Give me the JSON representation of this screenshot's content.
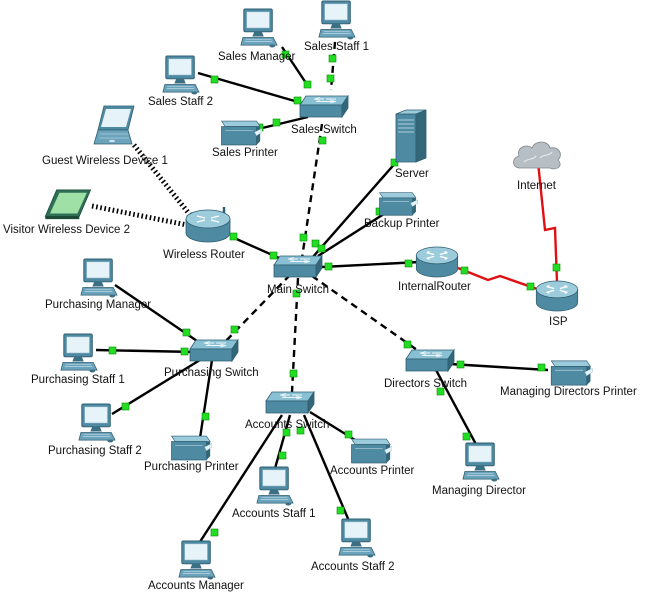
{
  "diagram": {
    "nodes": {
      "sales_manager": {
        "label": "Sales Manager",
        "type": "pc"
      },
      "sales_staff_1": {
        "label": "Sales Staff 1",
        "type": "pc"
      },
      "sales_staff_2": {
        "label": "Sales Staff 2",
        "type": "pc"
      },
      "sales_switch": {
        "label": "Sales Switch",
        "type": "switch"
      },
      "sales_printer": {
        "label": "Sales Printer",
        "type": "printer"
      },
      "guest_wireless": {
        "label": "Guest Wireless Device 1",
        "type": "laptop"
      },
      "visitor_wireless": {
        "label": "Visitor Wireless Device 2",
        "type": "tablet"
      },
      "wireless_router": {
        "label": "Wireless Router",
        "type": "wireless-router"
      },
      "server": {
        "label": "Server",
        "type": "server"
      },
      "backup_printer": {
        "label": "Backup Printer",
        "type": "printer"
      },
      "internet": {
        "label": "Internet",
        "type": "cloud"
      },
      "main_switch": {
        "label": "Main Switch",
        "type": "switch"
      },
      "internal_router": {
        "label": "InternalRouter",
        "type": "router"
      },
      "isp": {
        "label": "ISP",
        "type": "router"
      },
      "purchasing_manager": {
        "label": "Purchasing Manager",
        "type": "pc"
      },
      "purchasing_staff_1": {
        "label": "Purchasing Staff 1",
        "type": "pc"
      },
      "purchasing_staff_2": {
        "label": "Purchasing Staff 2",
        "type": "pc"
      },
      "purchasing_switch": {
        "label": "Purchasing Switch",
        "type": "switch"
      },
      "purchasing_printer": {
        "label": "Purchasing Printer",
        "type": "printer"
      },
      "directors_switch": {
        "label": "Directors Switch",
        "type": "switch"
      },
      "managing_directors_printer": {
        "label": "Managing Directors Printer",
        "type": "printer"
      },
      "managing_director": {
        "label": "Managing Director",
        "type": "pc"
      },
      "accounts_switch": {
        "label": "Accounts Switch",
        "type": "switch"
      },
      "accounts_printer": {
        "label": "Accounts Printer",
        "type": "printer"
      },
      "accounts_staff_1": {
        "label": "Accounts Staff 1",
        "type": "pc"
      },
      "accounts_staff_2": {
        "label": "Accounts Staff 2",
        "type": "pc"
      },
      "accounts_manager": {
        "label": "Accounts Manager",
        "type": "pc"
      }
    },
    "links": [
      {
        "from": "sales_manager",
        "to": "sales_switch",
        "style": "straight"
      },
      {
        "from": "sales_staff_1",
        "to": "sales_switch",
        "style": "crossover"
      },
      {
        "from": "sales_staff_2",
        "to": "sales_switch",
        "style": "straight"
      },
      {
        "from": "sales_printer",
        "to": "sales_switch",
        "style": "straight"
      },
      {
        "from": "sales_switch",
        "to": "main_switch",
        "style": "crossover"
      },
      {
        "from": "guest_wireless",
        "to": "wireless_router",
        "style": "wireless"
      },
      {
        "from": "visitor_wireless",
        "to": "wireless_router",
        "style": "wireless"
      },
      {
        "from": "wireless_router",
        "to": "main_switch",
        "style": "straight"
      },
      {
        "from": "server",
        "to": "main_switch",
        "style": "straight"
      },
      {
        "from": "backup_printer",
        "to": "main_switch",
        "style": "straight"
      },
      {
        "from": "main_switch",
        "to": "internal_router",
        "style": "straight"
      },
      {
        "from": "internal_router",
        "to": "isp",
        "style": "serial"
      },
      {
        "from": "isp",
        "to": "internet",
        "style": "serial"
      },
      {
        "from": "main_switch",
        "to": "purchasing_switch",
        "style": "crossover"
      },
      {
        "from": "main_switch",
        "to": "directors_switch",
        "style": "crossover"
      },
      {
        "from": "main_switch",
        "to": "accounts_switch",
        "style": "crossover"
      },
      {
        "from": "purchasing_manager",
        "to": "purchasing_switch",
        "style": "straight"
      },
      {
        "from": "purchasing_staff_1",
        "to": "purchasing_switch",
        "style": "straight"
      },
      {
        "from": "purchasing_staff_2",
        "to": "purchasing_switch",
        "style": "straight"
      },
      {
        "from": "purchasing_printer",
        "to": "purchasing_switch",
        "style": "straight"
      },
      {
        "from": "directors_switch",
        "to": "managing_directors_printer",
        "style": "straight"
      },
      {
        "from": "directors_switch",
        "to": "managing_director",
        "style": "straight"
      },
      {
        "from": "accounts_switch",
        "to": "accounts_printer",
        "style": "straight"
      },
      {
        "from": "accounts_switch",
        "to": "accounts_staff_1",
        "style": "straight"
      },
      {
        "from": "accounts_switch",
        "to": "accounts_staff_2",
        "style": "straight"
      },
      {
        "from": "accounts_switch",
        "to": "accounts_manager",
        "style": "straight"
      }
    ],
    "colors": {
      "link": "#000000",
      "serial_link": "#e01010",
      "port": "#22dd22",
      "device_body": "#5b95ad",
      "device_dark": "#2f5f72",
      "cloud": "#b8bfc4"
    }
  }
}
